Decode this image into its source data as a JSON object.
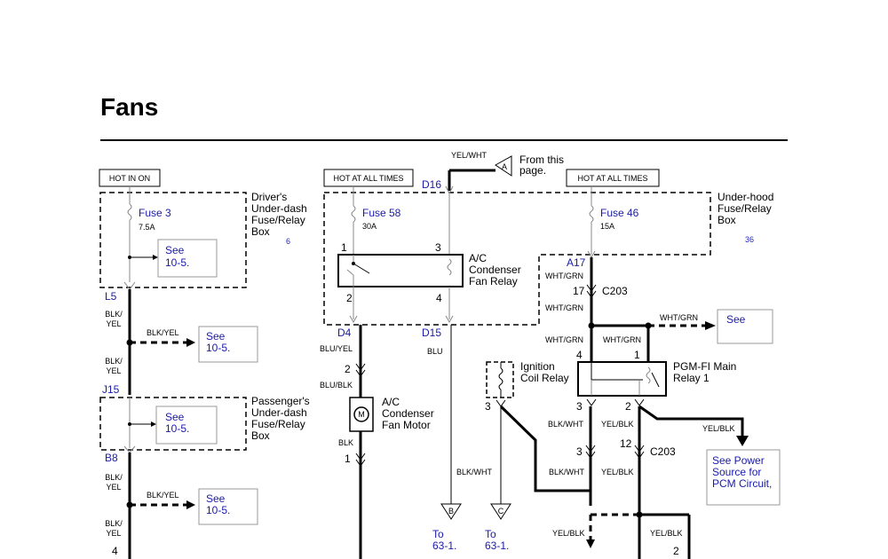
{
  "title": "Fans",
  "hot_labels": {
    "left": "HOT IN ON",
    "middle": "HOT AT ALL TIMES",
    "right": "HOT AT ALL TIMES"
  },
  "boxes": {
    "driver": [
      "Driver's",
      "Under-dash",
      "Fuse/Relay",
      "Box"
    ],
    "driver_ref": "6",
    "passenger": [
      "Passenger's",
      "Under-dash",
      "Fuse/Relay",
      "Box"
    ],
    "underhood": [
      "Under-hood",
      "Fuse/Relay",
      "Box"
    ],
    "underhood_ref": "36"
  },
  "fuses": {
    "f3": {
      "name": "Fuse 3",
      "amps": "7.5A"
    },
    "f58": {
      "name": "Fuse 58",
      "amps": "30A"
    },
    "f46": {
      "name": "Fuse 46",
      "amps": "15A"
    }
  },
  "refs": {
    "see1": [
      "See",
      "10-5."
    ],
    "see2": [
      "See",
      "10-5."
    ],
    "see3": [
      "See",
      "10-5."
    ],
    "see4": [
      "See",
      "10-5."
    ],
    "see5": [
      "See"
    ],
    "pcm": [
      "See Power",
      "Source for",
      "PCM Circuit,"
    ]
  },
  "connectors": {
    "L5": "L5",
    "J15": "J15",
    "B8": "B8",
    "D4": "D4",
    "D16": "D16",
    "D15": "D15",
    "A17": "A17",
    "C203a": "C203",
    "C203b": "C203"
  },
  "wires": {
    "blk_yel_1": [
      "BLK/",
      "YEL"
    ],
    "blk_yel_h1": "BLK/YEL",
    "blk_yel_2": [
      "BLK/",
      "YEL"
    ],
    "blk_yel_3": [
      "BLK/",
      "YEL"
    ],
    "blk_yel_h2": "BLK/YEL",
    "blk_yel_4": [
      "BLK/",
      "YEL"
    ],
    "yel_wht": "YEL/WHT",
    "blu_yel": "BLU/YEL",
    "blu_blk": "BLU/BLK",
    "blk": "BLK",
    "blu": "BLU",
    "wht_grn_1": "WHT/GRN",
    "wht_grn_2": "WHT/GRN",
    "wht_grn_h": "WHT/GRN",
    "wht_grn_3": "WHT/GRN",
    "wht_grn_4": "WHT/GRN",
    "blk_wht_1": "BLK/WHT",
    "blk_wht_2": "BLK/WHT",
    "blk_wht_3": "BLK/WHT",
    "yel_blk_1": "YEL/BLK",
    "yel_blk_2": "YEL/BLK",
    "yel_blk_3": "YEL/BLK",
    "yel_blk_4": "YEL/BLK",
    "yel_blk_5": "YEL/BLK"
  },
  "components": {
    "ac_relay": [
      "A/C",
      "Condenser",
      "Fan Relay"
    ],
    "ac_motor": [
      "A/C",
      "Condenser",
      "Fan Motor"
    ],
    "motor_symbol": "M",
    "ign_relay": [
      "Ignition",
      "Coil Relay"
    ],
    "pgm_relay": [
      "PGM-FI Main",
      "Relay 1"
    ],
    "from_page": [
      "From this",
      "page."
    ]
  },
  "offpage": {
    "A": "A",
    "B": "B",
    "C": "C",
    "toB": [
      "To",
      "63-1."
    ],
    "toC": [
      "To",
      "63-1."
    ]
  },
  "pins": {
    "fuse58_1": "1",
    "relay_3": "3",
    "relay_2": "2",
    "relay_4": "4",
    "motor_2": "2",
    "motor_1": "1",
    "c203_17": "17",
    "pgm_4": "4",
    "pgm_1": "1",
    "pgm_3": "3",
    "pgm_2": "2",
    "ign_3": "3",
    "c203_3": "3",
    "c203_12": "12",
    "b8_4": "4",
    "bottom_2": "2"
  }
}
